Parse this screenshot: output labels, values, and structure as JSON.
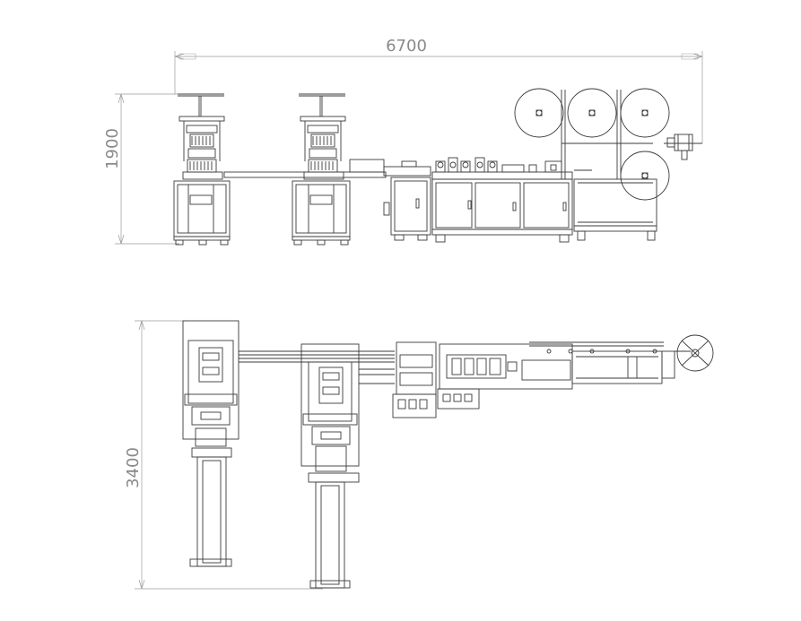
{
  "dimensions": {
    "overall_length": "6700",
    "front_height": "1900",
    "plan_depth": "3400"
  },
  "colors": {
    "line": "#3a3a3a",
    "dim": "#9a9a9a",
    "fill": "#ffffff"
  }
}
